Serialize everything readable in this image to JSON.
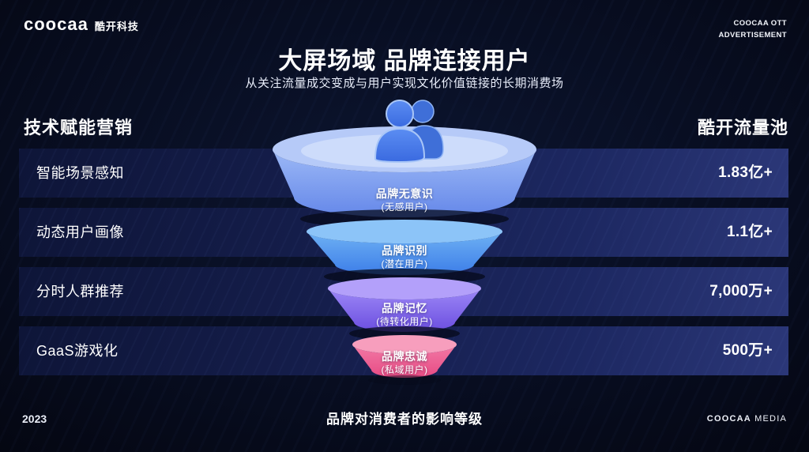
{
  "theme": {
    "background": "#070c1e",
    "bar_gradient_left": "#0e1538",
    "bar_gradient_right": "#2b3778",
    "text_color": "#ffffff"
  },
  "brand": {
    "logo": "coocaa",
    "logo_cn": "酷开科技",
    "corner_line1": "COOCAA OTT",
    "corner_line2": "ADVERTISEMENT"
  },
  "header": {
    "title": "大屏场域 品牌连接用户",
    "subtitle": "从关注流量成交变成与用户实现文化价值链接的长期消费场"
  },
  "left_heading": "技术赋能营销",
  "right_heading": "酷开流量池",
  "rows": [
    {
      "label": "智能场景感知",
      "value": "1.83亿+"
    },
    {
      "label": "动态用户画像",
      "value": "1.1亿+"
    },
    {
      "label": "分时人群推荐",
      "value": "7,000万+"
    },
    {
      "label": "GaaS游戏化",
      "value": "500万+"
    }
  ],
  "funnel": {
    "caption": "品牌对消费者的影响等级",
    "icon": "users-icon",
    "levels": [
      {
        "name": "品牌无意识",
        "sub": "(无感用户)",
        "color_top": "#9db9f6",
        "color_bottom": "#6487e9",
        "rim": "#b6caf8",
        "inner": "#cddcfb"
      },
      {
        "name": "品牌识别",
        "sub": "(潜在用户)",
        "color_top": "#6fb2f4",
        "color_bottom": "#3c7de8",
        "rim": "#8cc4f8"
      },
      {
        "name": "品牌记忆",
        "sub": "(待转化用户)",
        "color_top": "#9d88f6",
        "color_bottom": "#6b4ee0",
        "rim": "#b3a0fa"
      },
      {
        "name": "品牌忠诚",
        "sub": "(私域用户)",
        "color_top": "#f27aa6",
        "color_bottom": "#e74b84",
        "rim": "#f79ebd"
      }
    ]
  },
  "footer": {
    "year": "2023",
    "media_bold": "COOCAA",
    "media_light": "MEDIA"
  }
}
